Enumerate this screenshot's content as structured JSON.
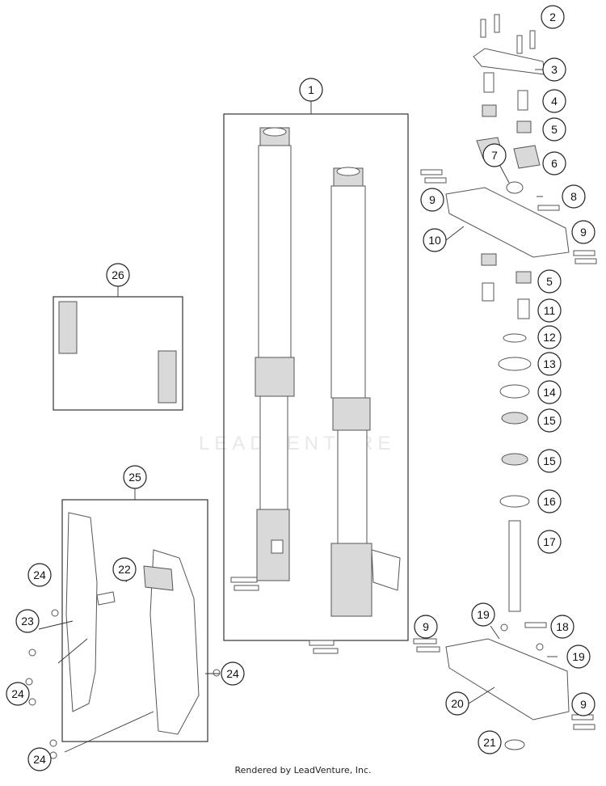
{
  "watermark": "LEADVENTURE",
  "footer": "Rendered by LeadVenture, Inc.",
  "callouts": [
    {
      "id": "c1",
      "label": "1"
    },
    {
      "id": "c2",
      "label": "2"
    },
    {
      "id": "c3",
      "label": "3"
    },
    {
      "id": "c4",
      "label": "4"
    },
    {
      "id": "c5a",
      "label": "5"
    },
    {
      "id": "c6",
      "label": "6"
    },
    {
      "id": "c7",
      "label": "7"
    },
    {
      "id": "c8",
      "label": "8"
    },
    {
      "id": "c9a",
      "label": "9"
    },
    {
      "id": "c9b",
      "label": "9"
    },
    {
      "id": "c10",
      "label": "10"
    },
    {
      "id": "c5b",
      "label": "5"
    },
    {
      "id": "c11",
      "label": "11"
    },
    {
      "id": "c12",
      "label": "12"
    },
    {
      "id": "c13",
      "label": "13"
    },
    {
      "id": "c14",
      "label": "14"
    },
    {
      "id": "c15a",
      "label": "15"
    },
    {
      "id": "c15b",
      "label": "15"
    },
    {
      "id": "c16",
      "label": "16"
    },
    {
      "id": "c17",
      "label": "17"
    },
    {
      "id": "c18",
      "label": "18"
    },
    {
      "id": "c19a",
      "label": "19"
    },
    {
      "id": "c19b",
      "label": "19"
    },
    {
      "id": "c9c",
      "label": "9"
    },
    {
      "id": "c9d",
      "label": "9"
    },
    {
      "id": "c20",
      "label": "20"
    },
    {
      "id": "c21",
      "label": "21"
    },
    {
      "id": "c22",
      "label": "22"
    },
    {
      "id": "c23",
      "label": "23"
    },
    {
      "id": "c24a",
      "label": "24"
    },
    {
      "id": "c24b",
      "label": "24"
    },
    {
      "id": "c24c",
      "label": "24"
    },
    {
      "id": "c24d",
      "label": "24"
    },
    {
      "id": "c25",
      "label": "25"
    },
    {
      "id": "c26",
      "label": "26"
    }
  ]
}
